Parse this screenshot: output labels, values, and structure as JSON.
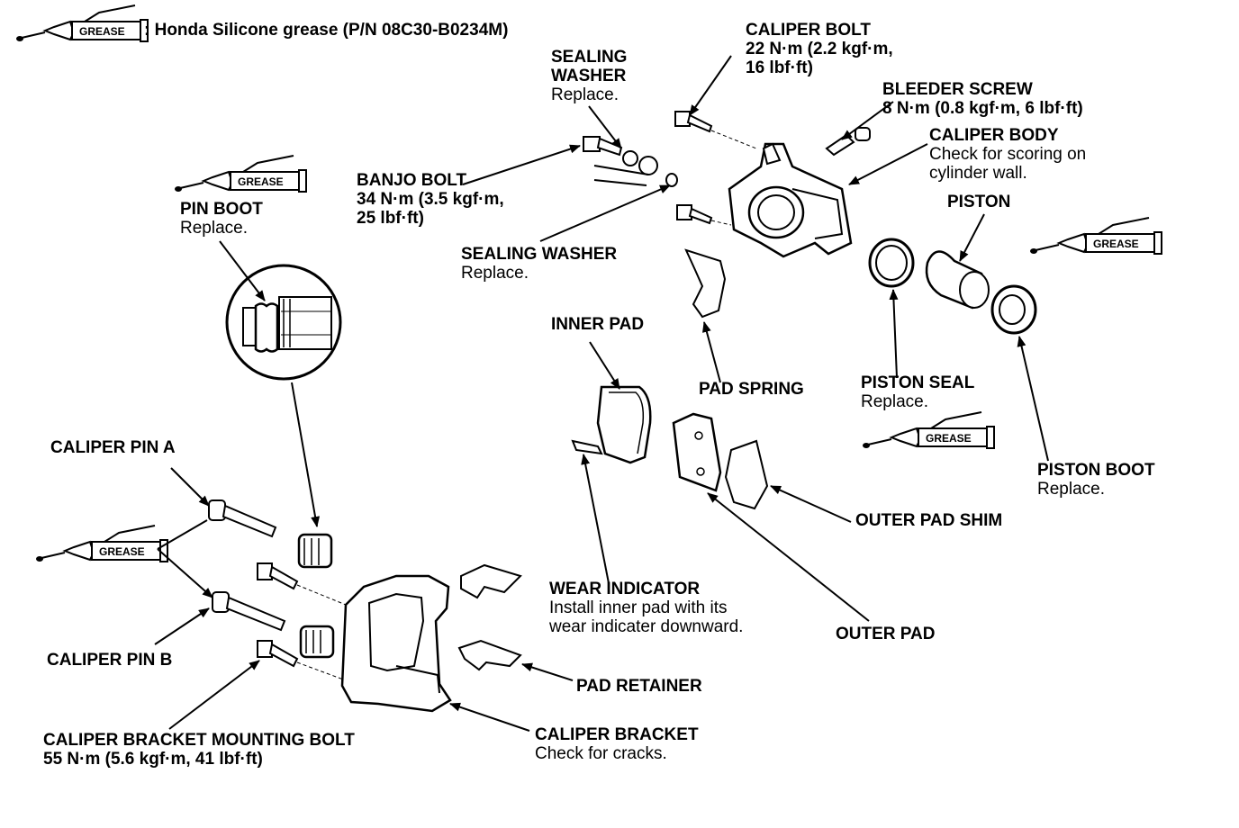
{
  "legend": {
    "badge": "GREASE",
    "text": ": Honda Silicone grease (P/N 08C30-B0234M)"
  },
  "grease_badges": [
    "GREASE",
    "GREASE",
    "GREASE",
    "GREASE",
    "GREASE"
  ],
  "labels": {
    "caliper_bolt": {
      "name": "CALIPER BOLT",
      "line1": "22 N·m (2.2 kgf·m,",
      "line2": "16 lbf·ft)"
    },
    "sealing_washer_top": {
      "name1": "SEALING",
      "name2": "WASHER",
      "note": "Replace."
    },
    "bleeder_screw": {
      "name": "BLEEDER SCREW",
      "line1": "8 N·m (0.8 kgf·m, 6 lbf·ft)"
    },
    "caliper_body": {
      "name": "CALIPER BODY",
      "note1": "Check for scoring on",
      "note2": "cylinder wall."
    },
    "banjo_bolt": {
      "name": "BANJO BOLT",
      "line1": "34 N·m (3.5 kgf·m,",
      "line2": "25 lbf·ft)"
    },
    "pin_boot": {
      "name": "PIN BOOT",
      "note": "Replace."
    },
    "piston": {
      "name": "PISTON"
    },
    "sealing_washer_bottom": {
      "name": "SEALING WASHER",
      "note": "Replace."
    },
    "inner_pad": {
      "name": "INNER PAD"
    },
    "pad_spring": {
      "name": "PAD SPRING"
    },
    "piston_seal": {
      "name": "PISTON SEAL",
      "note": "Replace."
    },
    "caliper_pin_a": {
      "name": "CALIPER PIN A"
    },
    "piston_boot": {
      "name": "PISTON BOOT",
      "note": "Replace."
    },
    "outer_pad_shim": {
      "name": "OUTER PAD SHIM"
    },
    "wear_indicator": {
      "name": "WEAR INDICATOR",
      "note1": "Install inner pad with its",
      "note2": "wear indicater downward."
    },
    "outer_pad": {
      "name": "OUTER PAD"
    },
    "caliper_pin_b": {
      "name": "CALIPER PIN B"
    },
    "pad_retainer": {
      "name": "PAD RETAINER"
    },
    "caliper_bracket_mounting_bolt": {
      "name": "CALIPER BRACKET MOUNTING BOLT",
      "line1": "55 N·m (5.6 kgf·m, 41 lbf·ft)"
    },
    "caliper_bracket": {
      "name": "CALIPER BRACKET",
      "note": "Check for cracks."
    }
  }
}
